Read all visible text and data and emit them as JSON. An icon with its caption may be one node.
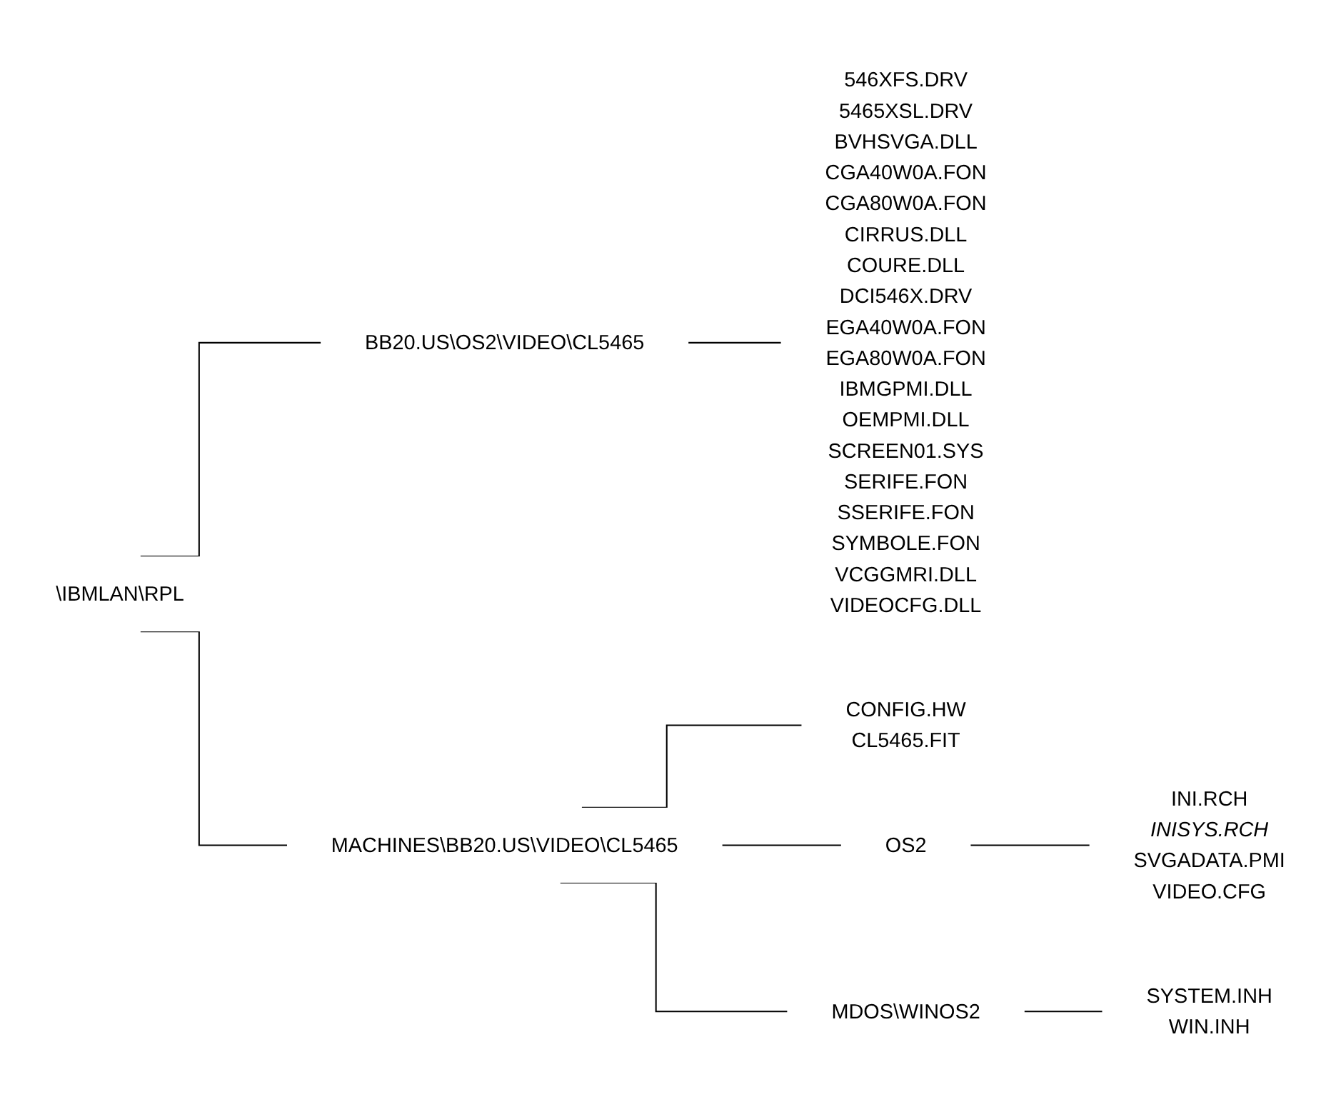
{
  "diagram": {
    "nodes": [
      {
        "text": [
          "\\IBMLAN\\RPL"
        ]
      },
      {
        "text": [
          "BB20.US\\OS2\\VIDEO\\CL5465"
        ]
      },
      {
        "text": [
          "546XFS.DRV",
          "5465XSL.DRV",
          "BVHSVGA.DLL",
          "CGA40W0A.FON",
          "CGA80W0A.FON",
          "CIRRUS.DLL",
          "COURE.DLL",
          "DCI546X.DRV",
          "EGA40W0A.FON",
          "EGA80W0A.FON",
          "IBMGPMI.DLL",
          "OEMPMI.DLL",
          "SCREEN01.SYS",
          "SERIFE.FON",
          "SSERIFE.FON",
          "SYMBOLE.FON",
          "VCGGMRI.DLL",
          "VIDEOCFG.DLL"
        ]
      },
      {
        "text": [
          "MACHINES\\BB20.US\\VIDEO\\CL5465"
        ]
      },
      {
        "text": [
          "CONFIG.HW",
          "CL5465.FIT"
        ]
      },
      {
        "text": [
          "OS2"
        ]
      },
      {
        "text": [
          "INI.RCH",
          "*INISYS.RCH*",
          "SVGADATA.PMI",
          "VIDEO.CFG"
        ]
      },
      {
        "text": [
          "MDOS\\WINOS2"
        ]
      },
      {
        "text": [
          "SYSTEM.INH",
          "WIN.INH"
        ]
      }
    ],
    "edges": [
      {
        "from": 0,
        "to": 1,
        "arrow": "none"
      },
      {
        "from": 1,
        "to": 2,
        "arrow": "none"
      },
      {
        "from": 0,
        "to": 3,
        "arrow": "none"
      },
      {
        "from": 3,
        "to": 4,
        "arrow": "none"
      },
      {
        "from": 3,
        "to": 5,
        "arrow": "none"
      },
      {
        "from": 5,
        "to": 6,
        "arrow": "none"
      },
      {
        "from": 3,
        "to": 7,
        "arrow": "none"
      },
      {
        "from": 7,
        "to": 8,
        "arrow": "none"
      }
    ]
  }
}
